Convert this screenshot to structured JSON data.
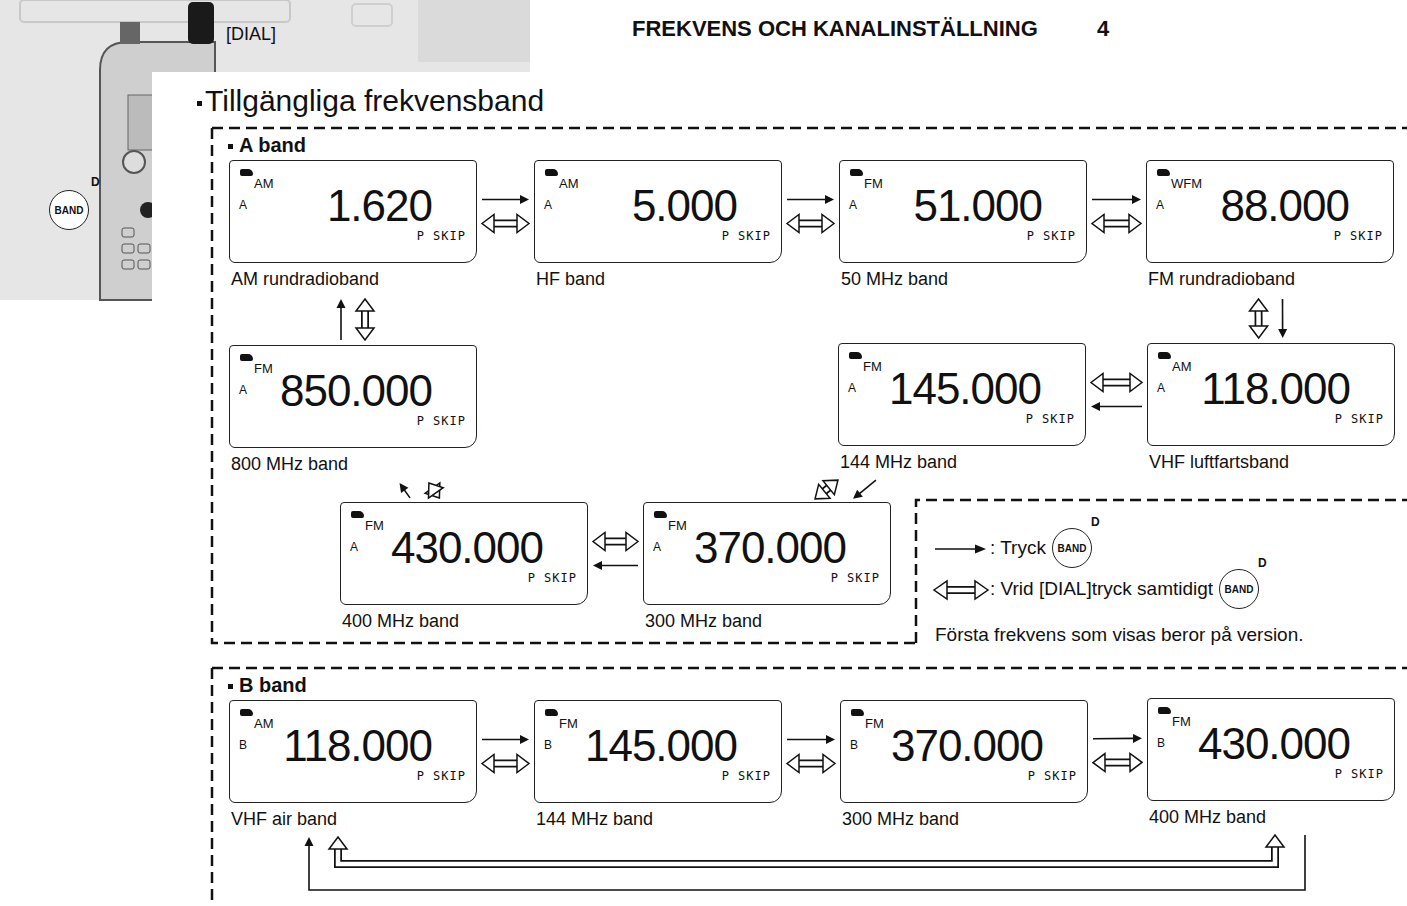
{
  "diagram": {
    "title": "FREKVENS OCH KANALINSTÄLLNING",
    "nodes": [
      {
        "text": [
          "A band"
        ]
      },
      {
        "text": [
          "AM",
          "A",
          "1.620",
          "P SKIP",
          "AM rundradioband"
        ],
        "in": 0
      },
      {
        "text": [
          "AM",
          "A",
          "5.000",
          "P SKIP",
          "HF band"
        ],
        "in": 0
      },
      {
        "text": [
          "FM",
          "A",
          "51.000",
          "P SKIP",
          "50 MHz band"
        ],
        "in": 0
      },
      {
        "text": [
          "WFM",
          "A",
          "88.000",
          "P SKIP",
          "FM rundradioband"
        ],
        "in": 0
      },
      {
        "text": [
          "AM",
          "A",
          "118.000",
          "P SKIP",
          "VHF luftfartsband"
        ],
        "in": 0
      },
      {
        "text": [
          "FM",
          "A",
          "145.000",
          "P SKIP",
          "144 MHz band"
        ],
        "in": 0
      },
      {
        "text": [
          "FM",
          "A",
          "370.000",
          "P SKIP",
          "300 MHz band"
        ],
        "in": 0
      },
      {
        "text": [
          "FM",
          "A",
          "430.000",
          "P SKIP",
          "400 MHz band"
        ],
        "in": 0
      },
      {
        "text": [
          "FM",
          "A",
          "850.000",
          "P SKIP",
          "800 MHz band"
        ],
        "in": 0
      },
      {
        "text": [
          "B band"
        ]
      },
      {
        "text": [
          "AM",
          "B",
          "118.000",
          "P SKIP",
          "VHF air band"
        ],
        "in": 10
      },
      {
        "text": [
          "FM",
          "B",
          "145.000",
          "P SKIP",
          "144 MHz band"
        ],
        "in": 10
      },
      {
        "text": [
          "FM",
          "B",
          "370.000",
          "P SKIP",
          "300 MHz band"
        ],
        "in": 10
      },
      {
        "text": [
          "FM",
          "B",
          "430.000",
          "P SKIP",
          "400 MHz band"
        ],
        "in": 10
      }
    ],
    "edges": [
      {
        "from": 1,
        "to": 2,
        "arrow": "to"
      },
      {
        "from": 1,
        "to": 2,
        "arrow": "both"
      },
      {
        "from": 2,
        "to": 3,
        "arrow": "to"
      },
      {
        "from": 2,
        "to": 3,
        "arrow": "both"
      },
      {
        "from": 3,
        "to": 4,
        "arrow": "to"
      },
      {
        "from": 3,
        "to": 4,
        "arrow": "both"
      },
      {
        "from": 4,
        "to": 5,
        "arrow": "to"
      },
      {
        "from": 4,
        "to": 5,
        "arrow": "both"
      },
      {
        "from": 5,
        "to": 6,
        "arrow": "to"
      },
      {
        "from": 5,
        "to": 6,
        "arrow": "both"
      },
      {
        "from": 6,
        "to": 7,
        "arrow": "to"
      },
      {
        "from": 6,
        "to": 7,
        "arrow": "both"
      },
      {
        "from": 7,
        "to": 8,
        "arrow": "to"
      },
      {
        "from": 7,
        "to": 8,
        "arrow": "both"
      },
      {
        "from": 8,
        "to": 9,
        "arrow": "to"
      },
      {
        "from": 8,
        "to": 9,
        "arrow": "both"
      },
      {
        "from": 9,
        "to": 1,
        "arrow": "to"
      },
      {
        "from": 9,
        "to": 1,
        "arrow": "both"
      },
      {
        "from": 11,
        "to": 12,
        "arrow": "to"
      },
      {
        "from": 11,
        "to": 12,
        "arrow": "both"
      },
      {
        "from": 12,
        "to": 13,
        "arrow": "to"
      },
      {
        "from": 12,
        "to": 13,
        "arrow": "both"
      },
      {
        "from": 13,
        "to": 14,
        "arrow": "to"
      },
      {
        "from": 13,
        "to": 14,
        "arrow": "both"
      },
      {
        "from": 14,
        "to": 11,
        "arrow": "to"
      },
      {
        "from": 14,
        "to": 11,
        "arrow": "both"
      }
    ],
    "labels": [
      "4",
      "[DIAL]",
      "BAND",
      "D",
      "Tillgängliga frekvensband",
      "BAND",
      "D",
      "BAND",
      "D",
      "Första frekvens som visas beror på version."
    ],
    "legend": [
      {
        "text": ": Tryck"
      },
      {
        "text": ": Vrid [DIAL]tryck samtidigt"
      }
    ]
  }
}
